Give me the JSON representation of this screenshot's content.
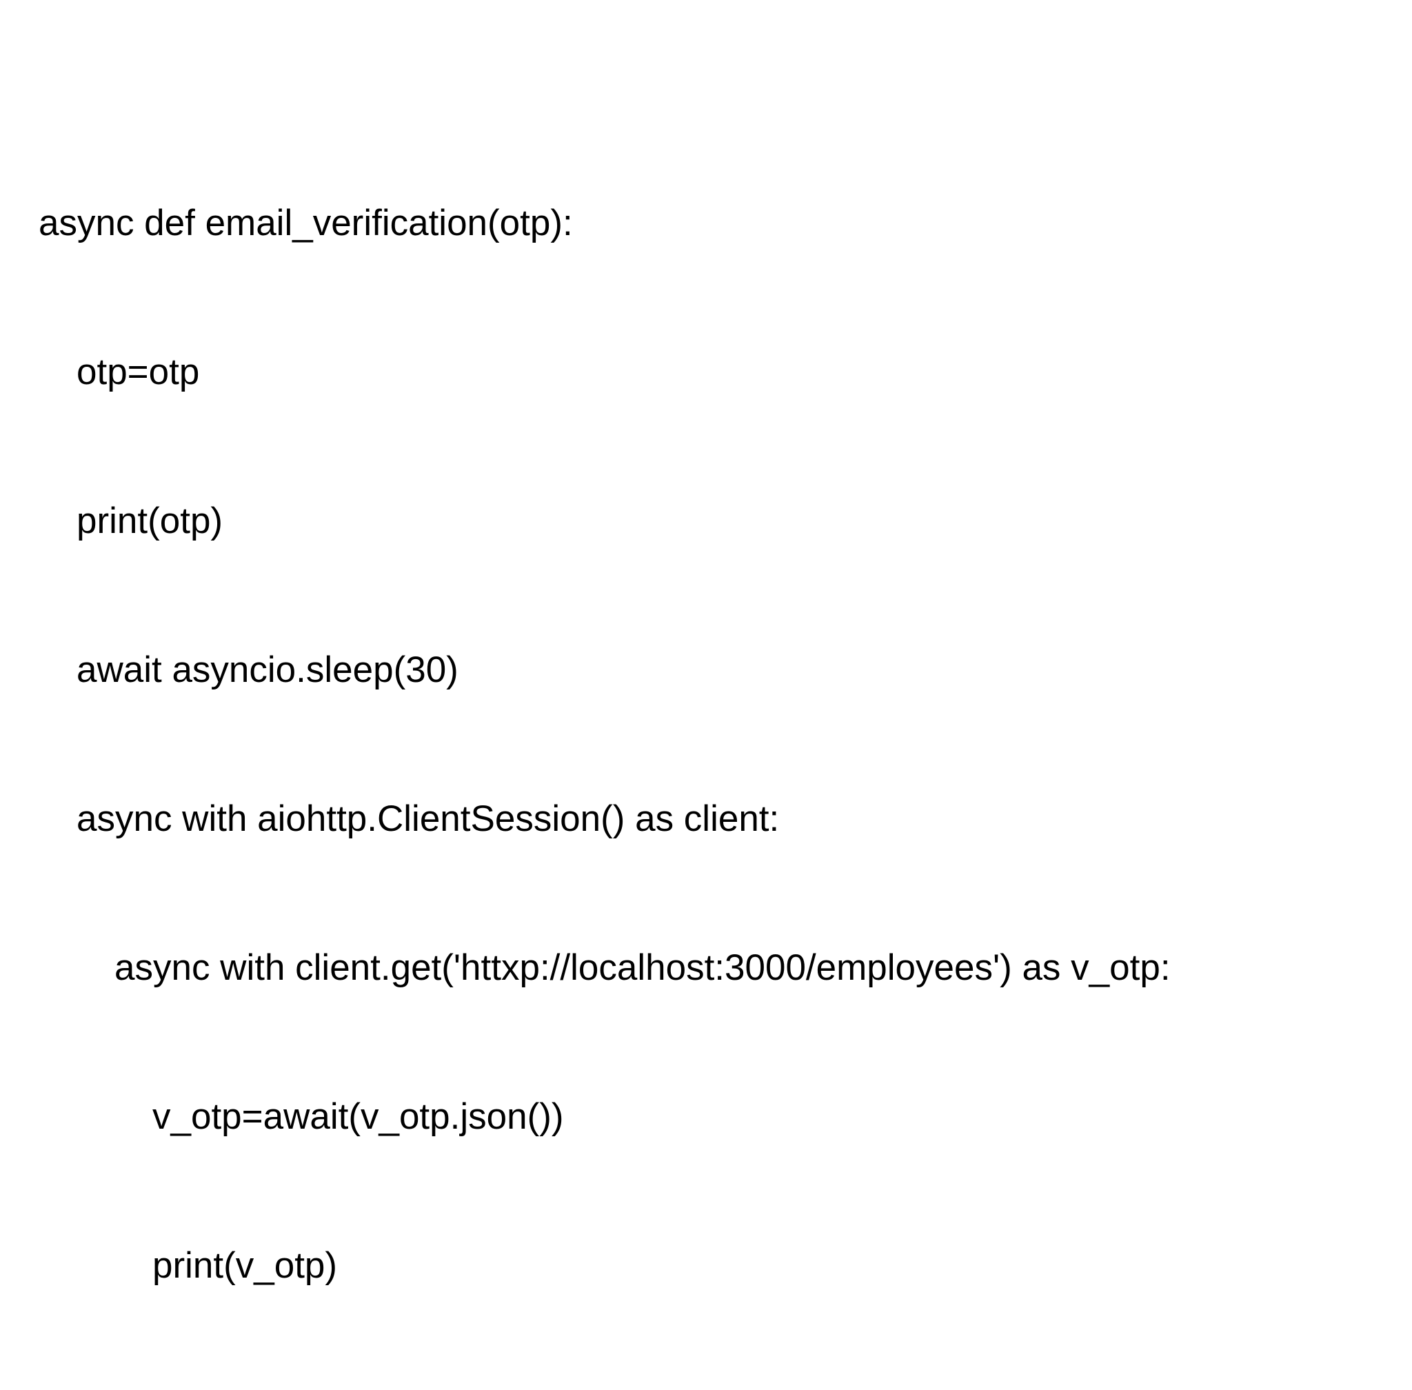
{
  "code": {
    "lines": [
      "async def email_verification(otp):",
      "otp=otp",
      "print(otp)",
      "await asyncio.sleep(30)",
      "async with aiohttp.ClientSession() as client:",
      "async with client.get('httxp://localhost:3000/employees') as v_otp:",
      "v_otp=await(v_otp.json())",
      "print(v_otp)"
    ]
  }
}
